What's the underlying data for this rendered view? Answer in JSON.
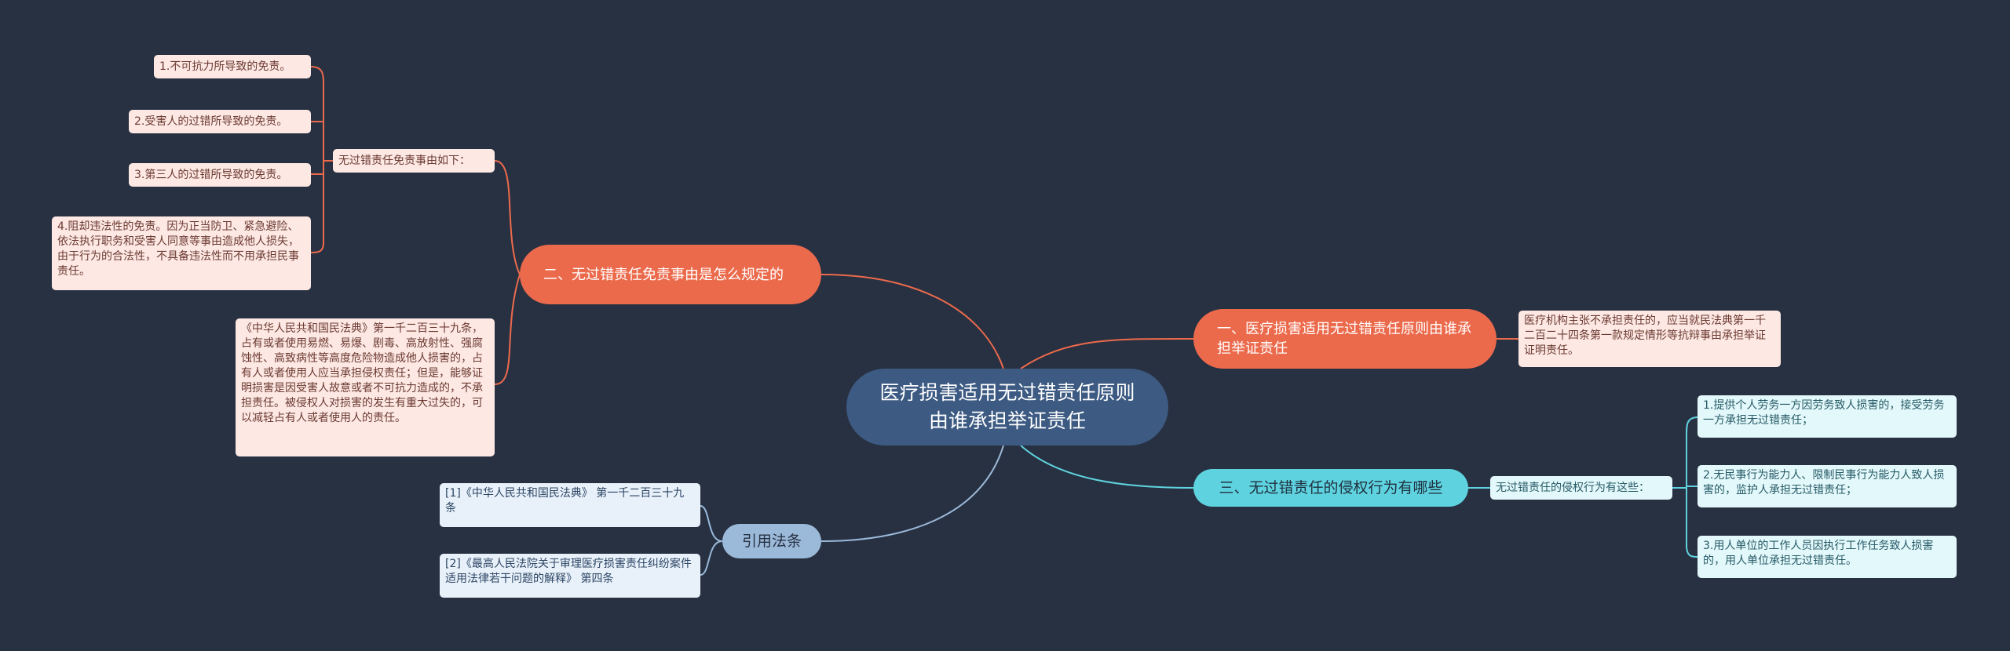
{
  "center": {
    "title": "医疗损害适用无过错责任原则由谁承担举证责任"
  },
  "branch1": {
    "label": "一、医疗损害适用无过错责任原则由谁承担举证责任",
    "detail": "医疗机构主张不承担责任的，应当就民法典第一千二百二十四条第一款规定情形等抗辩事由承担举证证明责任。"
  },
  "branch2": {
    "label": "二、无过错责任免责事由是怎么规定的",
    "sub_label": "无过错责任免责事由如下：",
    "items": [
      "1.不可抗力所导致的免责。",
      "2.受害人的过错所导致的免责。",
      "3.第三人的过错所导致的免责。",
      "4.阻却违法性的免责。因为正当防卫、紧急避险、依法执行职务和受害人同意等事由造成他人损失，由于行为的合法性，不具备违法性而不用承担民事责任。"
    ],
    "law_text": "《中华人民共和国民法典》第一千二百三十九条，占有或者使用易燃、易爆、剧毒、高放射性、强腐蚀性、高致病性等高度危险物造成他人损害的，占有人或者使用人应当承担侵权责任；但是，能够证明损害是因受害人故意或者不可抗力造成的，不承担责任。被侵权人对损害的发生有重大过失的，可以减轻占有人或者使用人的责任。"
  },
  "branch3": {
    "label": "三、无过错责任的侵权行为有哪些",
    "sub_label": "无过错责任的侵权行为有这些：",
    "items": [
      "1.提供个人劳务一方因劳务致人损害的，接受劳务一方承担无过错责任；",
      "2.无民事行为能力人、限制民事行为能力人致人损害的，监护人承担无过错责任；",
      "3.用人单位的工作人员因执行工作任务致人损害的，用人单位承担无过错责任。"
    ]
  },
  "branch4": {
    "label": "引用法条",
    "items": [
      "[1]《中华人民共和国民法典》 第一千二百三十九条",
      "[2]《最高人民法院关于审理医疗损害责任纠纷案件适用法律若干问题的解释》 第四条"
    ]
  },
  "colors": {
    "background": "#283142",
    "center": "#3c5a82",
    "orange": "#ec6a4c",
    "cyan": "#5ed3df",
    "blue": "#9bb9d9"
  }
}
